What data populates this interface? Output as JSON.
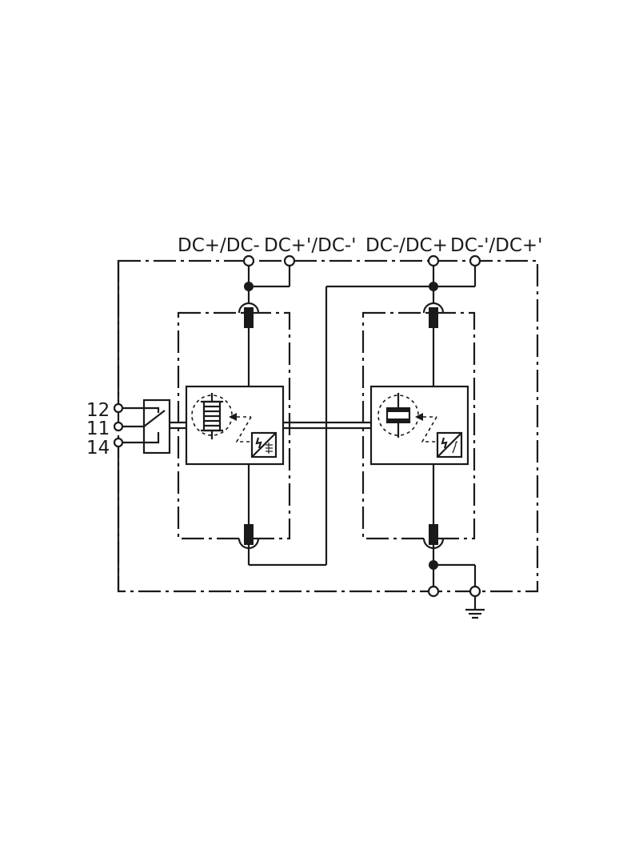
{
  "terminals_top": {
    "t1": "DC+/DC-",
    "t2": "DC+'/DC-'",
    "t3": "DC-/DC+",
    "t4": "DC-'/DC+'"
  },
  "terminals_side": {
    "c12": "12",
    "c11": "11",
    "c14": "14"
  },
  "icons": [
    "varistor-icon",
    "gas-discharge-tube-icon",
    "thermal-disconnector-icon",
    "remote-contact-switch-icon",
    "ground-icon"
  ],
  "colors": {
    "line": "#1a1a1a",
    "background": "#ffffff"
  }
}
